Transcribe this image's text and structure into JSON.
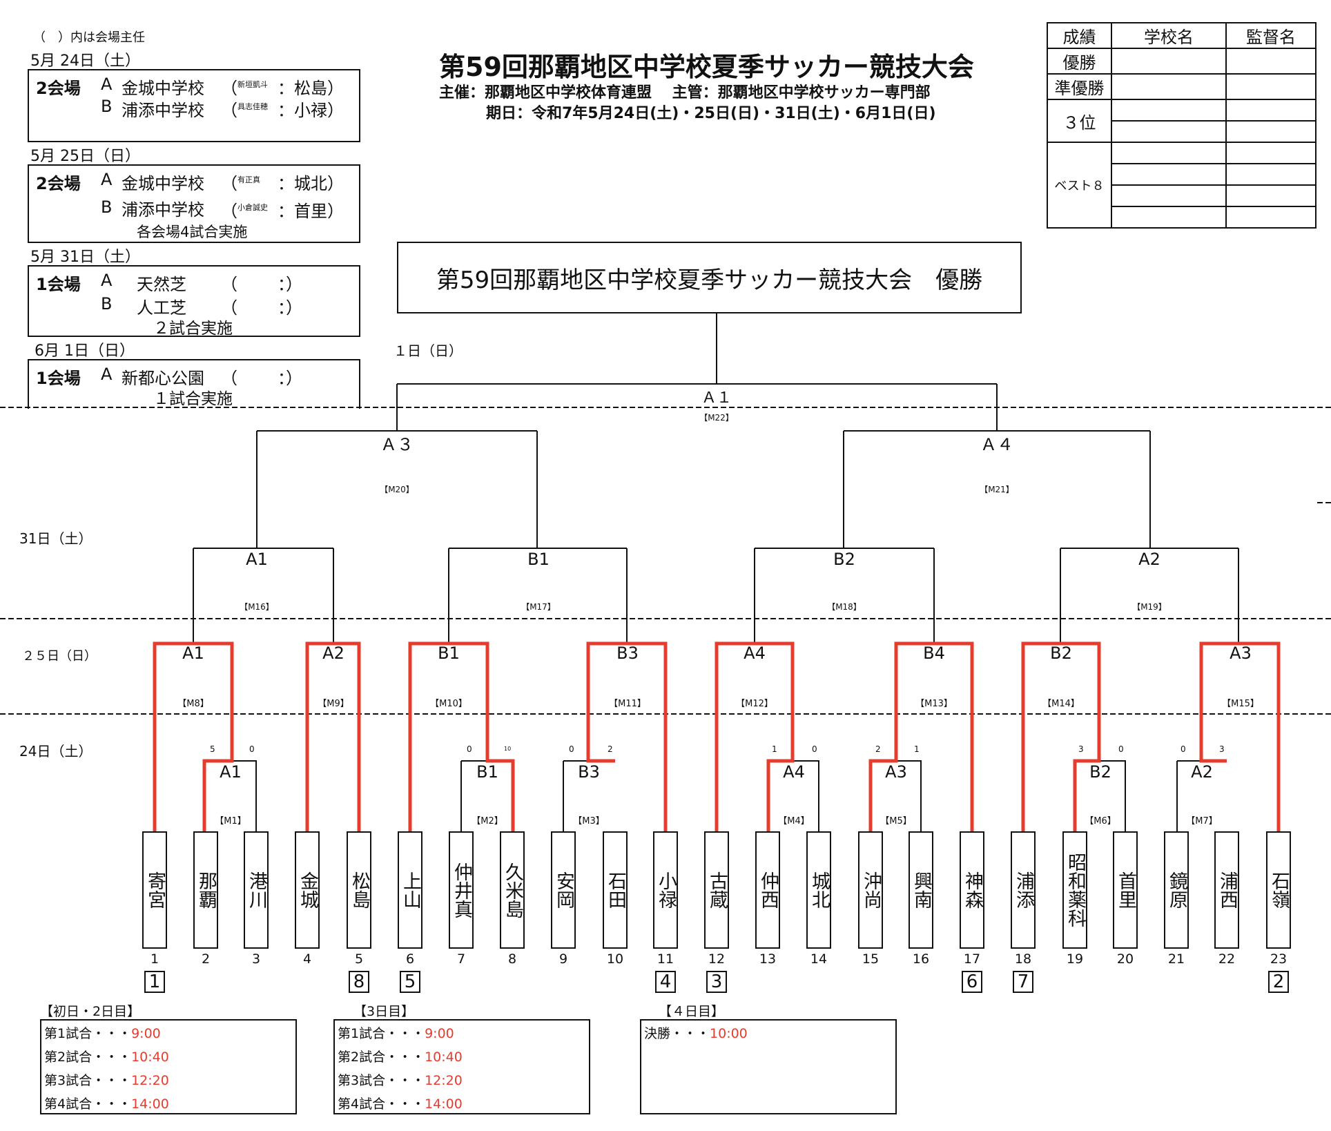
{
  "header": {
    "title": "第59回那覇地区中学校夏季サッカー競技大会",
    "organizer": "主催：那覇地区中学校体育連盟　 主管：那覇地区中学校サッカー専門部",
    "dates": "期日：令和7年5月24日(土)・25日(日)・31日(土)・6月1日(日)"
  },
  "note": "（　）内は会場主任",
  "venues": [
    {
      "date": "5月 24日（土）",
      "head": "2会場",
      "rows": [
        {
          "code": "A",
          "name": "金城中学校",
          "paren": "（",
          "staff": "新垣凱斗",
          "venue": "：松島）"
        },
        {
          "code": "B",
          "name": "浦添中学校",
          "paren": "（",
          "staff": "具志佳穂",
          "venue": "：小禄）"
        }
      ],
      "foot": ""
    },
    {
      "date": "5月 25日（日）",
      "head": "2会場",
      "rows": [
        {
          "code": "A",
          "name": "金城中学校",
          "paren": "（",
          "staff": "有正真",
          "venue": "：城北）"
        },
        {
          "code": "B",
          "name": "浦添中学校",
          "paren": "（",
          "staff": "小倉誠史",
          "venue": "：首里）"
        }
      ],
      "foot": "各会場4試合実施"
    },
    {
      "date": "5月 31日（土）",
      "head": "1会場",
      "rows": [
        {
          "code": "A",
          "name": "天然芝",
          "paren": "（",
          "staff": "",
          "venue": "：）"
        },
        {
          "code": "B",
          "name": "人工芝",
          "paren": "（",
          "staff": "",
          "venue": "：）"
        }
      ],
      "foot": "２試合実施"
    },
    {
      "date": "6月 1日（日）",
      "head": "1会場",
      "rows": [
        {
          "code": "A",
          "name": "新都心公園",
          "paren": "（",
          "staff": "",
          "venue": "：）"
        }
      ],
      "foot": "１試合実施"
    }
  ],
  "results_table": {
    "headers": [
      "成績",
      "学校名",
      "監督名"
    ],
    "rows": [
      "優勝",
      "準優勝",
      "３位",
      "ベスト８"
    ]
  },
  "champion_box": "第59回那覇地区中学校夏季サッカー競技大会　優勝",
  "day_labels": {
    "d1": "１日（日）",
    "d31": "31日（土）",
    "d25": "２５日（日）",
    "d24": "24日（土）"
  },
  "matches": {
    "final": {
      "venue": "Ａ１",
      "id": "【M22】"
    },
    "semi": [
      {
        "venue": "Ａ３",
        "id": "【M20】"
      },
      {
        "venue": "Ａ４",
        "id": "【M21】"
      }
    ],
    "qf": [
      {
        "venue": "A1",
        "id": "【M16】"
      },
      {
        "venue": "B1",
        "id": "【M17】"
      },
      {
        "venue": "B2",
        "id": "【M18】"
      },
      {
        "venue": "A2",
        "id": "【M19】"
      }
    ],
    "r16": [
      {
        "venue": "A1",
        "id": "【M8】"
      },
      {
        "venue": "A2",
        "id": "【M9】"
      },
      {
        "venue": "B1",
        "id": "【M10】"
      },
      {
        "venue": "B3",
        "id": "【M11】"
      },
      {
        "venue": "A4",
        "id": "【M12】"
      },
      {
        "venue": "B4",
        "id": "【M13】"
      },
      {
        "venue": "B2",
        "id": "【M14】"
      },
      {
        "venue": "A3",
        "id": "【M15】"
      }
    ],
    "r1": [
      {
        "venue": "A1",
        "id": "【M1】",
        "s1": "5",
        "s2": "0"
      },
      {
        "venue": "B1",
        "id": "【M2】",
        "s1": "0",
        "s2": "10"
      },
      {
        "venue": "B3",
        "id": "【M3】",
        "s1": "0",
        "s2": "2"
      },
      {
        "venue": "A4",
        "id": "【M4】",
        "s1": "1",
        "s2": "0"
      },
      {
        "venue": "A3",
        "id": "【M5】",
        "s1": "2",
        "s2": "1"
      },
      {
        "venue": "B2",
        "id": "【M6】",
        "s1": "3",
        "s2": "0"
      },
      {
        "venue": "A2",
        "id": "【M7】",
        "s1": "0",
        "s2": "3"
      }
    ]
  },
  "teams": [
    {
      "no": "1",
      "name": "寄宮",
      "seed": "1"
    },
    {
      "no": "2",
      "name": "那覇",
      "seed": ""
    },
    {
      "no": "3",
      "name": "港川",
      "seed": ""
    },
    {
      "no": "4",
      "name": "金城",
      "seed": ""
    },
    {
      "no": "5",
      "name": "松島",
      "seed": "8"
    },
    {
      "no": "6",
      "name": "上山",
      "seed": "5"
    },
    {
      "no": "7",
      "name": "仲井真",
      "seed": ""
    },
    {
      "no": "8",
      "name": "久米島",
      "seed": ""
    },
    {
      "no": "9",
      "name": "安岡",
      "seed": ""
    },
    {
      "no": "10",
      "name": "石田",
      "seed": ""
    },
    {
      "no": "11",
      "name": "小禄",
      "seed": "4"
    },
    {
      "no": "12",
      "name": "古蔵",
      "seed": "3"
    },
    {
      "no": "13",
      "name": "仲西",
      "seed": ""
    },
    {
      "no": "14",
      "name": "城北",
      "seed": ""
    },
    {
      "no": "15",
      "name": "沖尚",
      "seed": ""
    },
    {
      "no": "16",
      "name": "興南",
      "seed": ""
    },
    {
      "no": "17",
      "name": "神森",
      "seed": "6"
    },
    {
      "no": "18",
      "name": "浦添",
      "seed": "7"
    },
    {
      "no": "19",
      "name": "昭和薬科",
      "seed": ""
    },
    {
      "no": "20",
      "name": "首里",
      "seed": ""
    },
    {
      "no": "21",
      "name": "鏡原",
      "seed": ""
    },
    {
      "no": "22",
      "name": "浦西",
      "seed": ""
    },
    {
      "no": "23",
      "name": "石嶺",
      "seed": "2"
    }
  ],
  "schedule": [
    {
      "head": "【初日・2日目】",
      "lines": [
        {
          "label": "第1試合・・・",
          "time": "9:00"
        },
        {
          "label": "第2試合・・・",
          "time": "10:40"
        },
        {
          "label": "第3試合・・・",
          "time": "12:20"
        },
        {
          "label": "第4試合・・・",
          "time": "14:00"
        }
      ]
    },
    {
      "head": "【3日目】",
      "lines": [
        {
          "label": "第1試合・・・",
          "time": "9:00"
        },
        {
          "label": "第2試合・・・",
          "time": "10:40"
        },
        {
          "label": "第3試合・・・",
          "time": "12:20"
        },
        {
          "label": "第4試合・・・",
          "time": "14:00"
        }
      ]
    },
    {
      "head": "【４日目】",
      "lines": [
        {
          "label": "決勝・・・",
          "time": "10:00"
        }
      ]
    }
  ],
  "colors": {
    "winner_line": "#e63c2e",
    "line": "#111111"
  }
}
